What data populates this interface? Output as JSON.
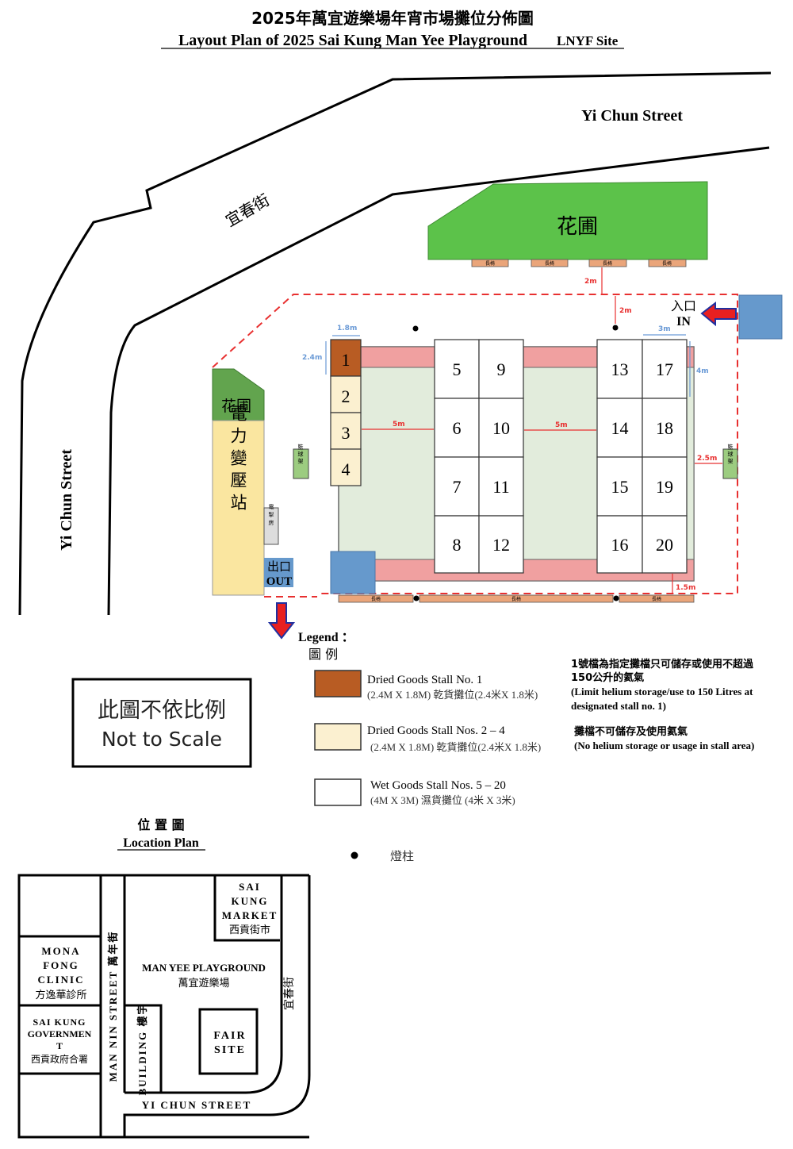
{
  "title": {
    "zh": "2025年萬宜遊樂場年宵市場攤位分佈圖",
    "en": "Layout Plan of 2025 Sai Kung Man Yee Playground",
    "en_suffix": "LNYF Site"
  },
  "roads": {
    "top_en": "Yi Chun Street",
    "diag_zh": "宜春街",
    "left_en": "Yi Chun Street"
  },
  "site": {
    "garden_top": "花圃",
    "garden_left": "花圃",
    "transformer": "電力變壓站",
    "switch_room": "電掣房",
    "basketball_stand": "籃球架",
    "bench": "長椅",
    "entrance_zh": "入口",
    "entrance_en": "IN",
    "exit_zh": "出口",
    "exit_en": "OUT",
    "stalls": [
      "1",
      "2",
      "3",
      "4",
      "5",
      "6",
      "7",
      "8",
      "9",
      "10",
      "11",
      "12",
      "13",
      "14",
      "15",
      "16",
      "17",
      "18",
      "19",
      "20"
    ],
    "dims": {
      "d_2m_a": "2m",
      "d_2m_b": "2m",
      "d_1_8m": "1.8m",
      "d_2_4m": "2.4m",
      "d_5m_a": "5m",
      "d_5m_b": "5m",
      "d_3m": "3m",
      "d_4m": "4m",
      "d_2_5m": "2.5m",
      "d_1_5m": "1.5m"
    },
    "colors": {
      "stall_1": "#b85c23",
      "stall_dry": "#fbf0d0",
      "stall_wet": "#ffffff",
      "garden": "#5cc24a",
      "walkway": "#f0a0a0",
      "ground": "#e2ecdc",
      "blue": "#6699cc",
      "boundary": "#e83030",
      "bench": "#eaa57a",
      "transformer": "#fae6a0"
    }
  },
  "legend": {
    "title_en": "Legend ：",
    "title_zh": "圖 例",
    "items": [
      {
        "label": "Dried Goods Stall No. 1",
        "size": "(2.4M X 1.8M) 乾貨攤位(2.4米X 1.8米)"
      },
      {
        "label": "Dried Goods Stall Nos. 2 – 4",
        "size": "(2.4M X 1.8M) 乾貨攤位(2.4米X 1.8米)"
      },
      {
        "label": "Wet Goods Stall Nos. 5 – 20",
        "size": "(4M X 3M) 濕貨攤位 (4米 X 3米)"
      }
    ],
    "notes": {
      "n1_zh_1": "1號檔為指定攤檔只可儲存或使用不超過",
      "n1_zh_2": "150公升的氦氣",
      "n1_en_1": "(Limit helium storage/use to 150 Litres at",
      "n1_en_2": "designated stall no. 1)",
      "n2_zh": "攤檔不可儲存及使用氦氣",
      "n2_en": "(No helium storage or usage in stall area)"
    },
    "lamp_post": "燈柱"
  },
  "scale_note": {
    "zh": "此圖不依比例",
    "en": "Not to Scale"
  },
  "location_plan": {
    "title_zh": "位 置 圖",
    "title_en": "Location Plan",
    "market": [
      "SAI",
      "KUNG",
      "MARKET",
      "西貢街市"
    ],
    "clinic": [
      "MONA",
      "FONG",
      "CLINIC",
      "方逸華診所"
    ],
    "government": [
      "SAI  KUNG",
      "GOVERNMEN",
      "T",
      "西貢政府合署"
    ],
    "man_nin_street": "MAN NIN STREET 萬年街",
    "playground_en": "MAN YEE PLAYGROUND",
    "playground_zh": "萬宜遊樂場",
    "building": "BUILDING 樓宇",
    "fair_site": [
      "FAIR",
      "SITE"
    ],
    "yi_chun_street_en": "YI CHUN STREET",
    "yi_chun_street_zh": "宜春街"
  }
}
